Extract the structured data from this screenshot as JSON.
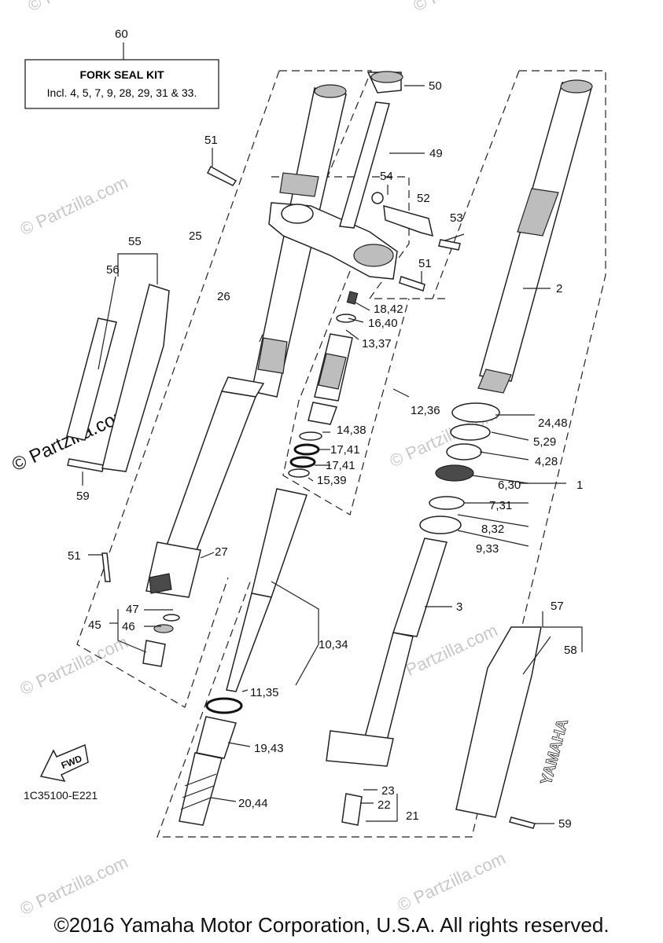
{
  "kit_box": {
    "number": "60",
    "title": "FORK SEAL KIT",
    "contents": "Incl. 4, 5, 7, 9, 28, 29, 31 & 33."
  },
  "callouts": {
    "c1": "1",
    "c2": "2",
    "c3": "3",
    "c4_28": "4,28",
    "c5_29": "5,29",
    "c6_30": "6,30",
    "c7_31": "7,31",
    "c8_32": "8,32",
    "c9_33": "9,33",
    "c10_34": "10,34",
    "c11_35": "11,35",
    "c12_36": "12,36",
    "c13_37": "13,37",
    "c14_38": "14,38",
    "c15_39": "15,39",
    "c16_40": "16,40",
    "c17_41a": "17,41",
    "c17_41b": "17,41",
    "c18_42": "18,42",
    "c19_43": "19,43",
    "c20_44": "20,44",
    "c21": "21",
    "c22": "22",
    "c23": "23",
    "c24_48": "24,48",
    "c25": "25",
    "c26": "26",
    "c27": "27",
    "c45": "45",
    "c46": "46",
    "c47": "47",
    "c49": "49",
    "c50": "50",
    "c51a": "51",
    "c51b": "51",
    "c51c": "51",
    "c52": "52",
    "c53": "53",
    "c54": "54",
    "c55": "55",
    "c56": "56",
    "c57": "57",
    "c58": "58",
    "c59a": "59",
    "c59b": "59"
  },
  "fwd_label": "FWD",
  "brand_on_guard": "YAMAHA",
  "diagram_code": "1C35100-E221",
  "watermark": "© Partzilla.com",
  "copyright": "©2016 Yamaha Motor Corporation, U.S.A. All rights reserved."
}
